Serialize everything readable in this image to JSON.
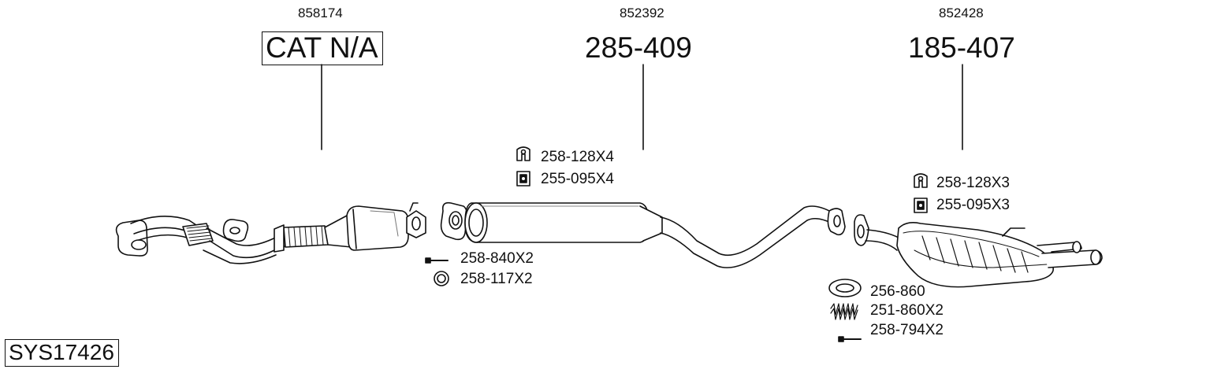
{
  "system_code": "SYS17426",
  "sections": [
    {
      "ref": "858174",
      "part_label": "CAT N/A"
    },
    {
      "ref": "852392",
      "part_label": "285-409"
    },
    {
      "ref": "852428",
      "part_label": "185-407"
    }
  ],
  "fittings": {
    "front": [
      {
        "icon": "bolt-icon",
        "label": "258-840X2"
      },
      {
        "icon": "sealing-ring-icon",
        "label": "258-117X2"
      }
    ],
    "middle": [
      {
        "icon": "rubber-hanger-icon",
        "label": "258-128X4"
      },
      {
        "icon": "mounting-rubber-icon",
        "label": "255-095X4"
      }
    ],
    "rear_top": [
      {
        "icon": "rubber-hanger-icon",
        "label": "258-128X3"
      },
      {
        "icon": "mounting-rubber-icon",
        "label": "255-095X3"
      }
    ],
    "rear_bottom": [
      {
        "icon": "gasket-ring-icon",
        "label": "256-860"
      },
      {
        "icon": "spring-icon",
        "label": "251-860X2"
      },
      {
        "icon": "bolt-icon",
        "label": "258-794X2"
      }
    ]
  },
  "colors": {
    "line": "#111111",
    "part_fill": "#ffffff",
    "shade": "#d9d9d9"
  }
}
